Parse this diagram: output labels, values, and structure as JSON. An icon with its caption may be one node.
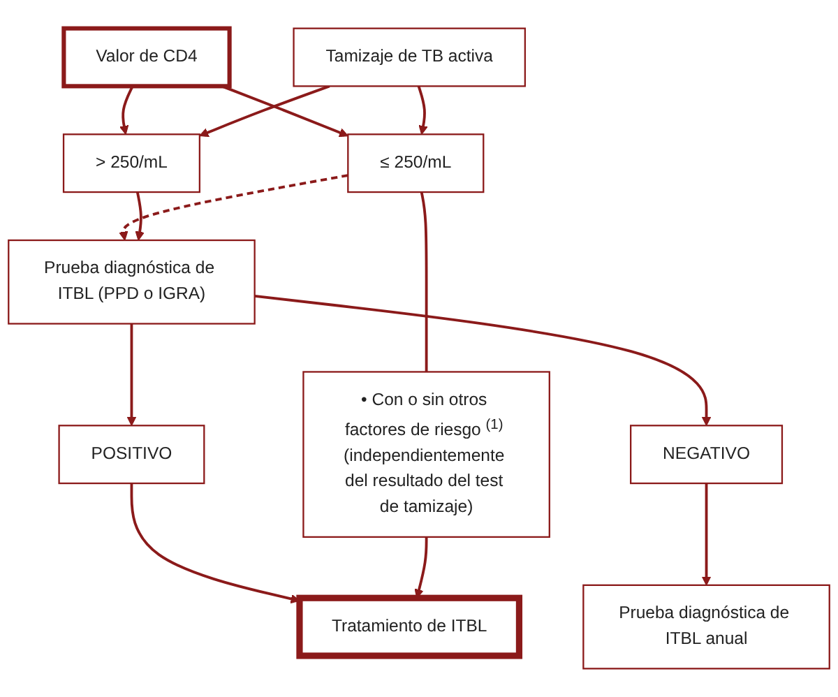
{
  "diagram": {
    "nodes": [
      {
        "text": [
          "Valor de CD4"
        ]
      },
      {
        "text": [
          "Tamizaje de TB activa"
        ]
      },
      {
        "text": [
          "≤ 250/mL"
        ]
      },
      {
        "text": [
          "> 250/mL"
        ]
      },
      {
        "text": [
          "Prueba diagnóstica de ITBL (PPD o IGRA)"
        ]
      },
      {
        "text": [
          "• Con o sin otros factores de riesgo $^{(1)}$ (independientemente del resultado del test de tamizaje)"
        ]
      },
      {
        "text": [
          "POSITIVO"
        ]
      },
      {
        "text": [
          "NEGATIVO"
        ]
      },
      {
        "text": [
          "Tratamiento de ITBL"
        ]
      },
      {
        "text": [
          "Prueba diagnóstica de ITBL anual"
        ]
      }
    ],
    "edges": [
      {
        "from": 0,
        "to": 2,
        "arrow": "to"
      },
      {
        "from": 0,
        "to": 3,
        "arrow": "to"
      },
      {
        "from": 1,
        "to": 2,
        "arrow": "to"
      },
      {
        "from": 1,
        "to": 3,
        "arrow": "to"
      },
      {
        "from": 2,
        "to": 4,
        "arrow": "to",
        "style": "dashed"
      },
      {
        "from": 3,
        "to": 4,
        "arrow": "to"
      },
      {
        "from": 2,
        "to": 5,
        "arrow": "none"
      },
      {
        "from": 4,
        "to": 6,
        "arrow": "to"
      },
      {
        "from": 4,
        "to": 7,
        "arrow": "to"
      },
      {
        "from": 6,
        "to": 8,
        "arrow": "to"
      },
      {
        "from": 7,
        "to": 9,
        "arrow": "to"
      },
      {
        "from": 5,
        "to": 8,
        "arrow": "to"
      }
    ]
  }
}
